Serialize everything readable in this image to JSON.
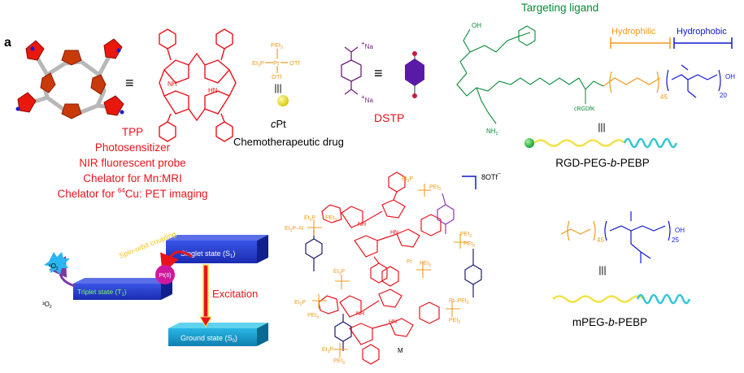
{
  "panel_label": "a",
  "tpp": {
    "equiv": "≡",
    "lines": [
      "TPP",
      "Photosensitizer",
      "NIR fluorescent probe",
      "Chelator for Mn:MRI"
    ],
    "pet_pre": "Chelator for ",
    "pet_sup": "64",
    "pet_post": "Cu: PET imaging",
    "nh1": "NH",
    "nh2": "HN"
  },
  "cpt": {
    "pet3": "PEt",
    "pet3_sub": "3",
    "pt": "Pt",
    "otf": "OTf",
    "et3p": "Et",
    "equiv": "|||",
    "label_c": "c",
    "label_rest": "Pt"
  },
  "dstp": {
    "na": "Na",
    "plus": "+",
    "equiv": "≡",
    "label": "DSTP"
  },
  "chemo_label": "Chemotherapeutic drug",
  "rgd": {
    "targeting_label": "Targeting ligand",
    "hydrophilic": "Hydrophilic",
    "hydrophobic": "Hydrophobic",
    "oh": "OH",
    "nh2": "NH",
    "crgdfk": "cRGDfK",
    "n45": "45",
    "n20": "20",
    "equiv": "|||",
    "label": "RGD-PEG-b-PEBP"
  },
  "jablonski": {
    "singlet": "Singlet state (S",
    "singlet_sub": "1",
    "triplet": "Triplet state (T",
    "triplet_sub": "1",
    "ground": "Ground state (S",
    "ground_sub": "0",
    "excitation": "Excitation",
    "soc": "Spin-orbit coupling",
    "pt": "Pt(II)",
    "o2_singlet": "¹O",
    "o2_triplet": "³O",
    "o2_sub": "2"
  },
  "cage": {
    "otf": "8OTf",
    "otf_sign": "−",
    "m": "M",
    "nh": "NH",
    "hn": "HN"
  },
  "mpeg": {
    "n45": "45",
    "n25": "25",
    "oh": "OH",
    "equiv": "|||",
    "label": "mPEG-b-PEBP"
  },
  "colors": {
    "red": "#e8141c",
    "orange": "#f29a1f",
    "navy": "#1d1c6e",
    "purple": "#6e1f7a",
    "green": "#0a8a3a",
    "blue": "#1018d4",
    "yellow": "#f2e24a",
    "cyan": "#36c6d4"
  }
}
